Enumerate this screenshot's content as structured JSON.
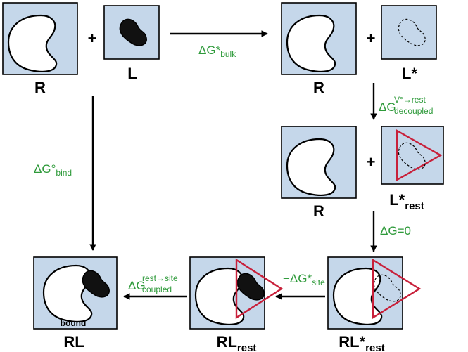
{
  "colors": {
    "box_fill": "#c5d7ea",
    "restraint": "#c8203a",
    "energy_text": "#2e9a3a"
  },
  "states": {
    "receptor_top": "R",
    "ligand_top": "L",
    "receptor_top_right": "R",
    "ligand_decoupled": "L*",
    "receptor_mid": "R",
    "ligand_restrained_base": "L*",
    "ligand_restrained_sub": "rest",
    "complex": "RL",
    "complex_restrained_base": "RL",
    "complex_restrained_sub": "rest",
    "complex_decoupled_base": "RL*",
    "complex_decoupled_sub": "rest",
    "bound_label": "bound"
  },
  "operators": {
    "plus": "+"
  },
  "energies": {
    "bulk": {
      "base": "ΔG*",
      "sub": "bulk"
    },
    "decoupled": {
      "base": "ΔG",
      "sup": "V°→rest",
      "sub": "decoupled"
    },
    "bind": {
      "base": "ΔG°",
      "sub": "bind"
    },
    "zero": "ΔG=0",
    "site": {
      "base": "−ΔG*",
      "sub": "site"
    },
    "coupled": {
      "base": "ΔG",
      "sup": "rest→site",
      "sub": "coupled"
    }
  }
}
